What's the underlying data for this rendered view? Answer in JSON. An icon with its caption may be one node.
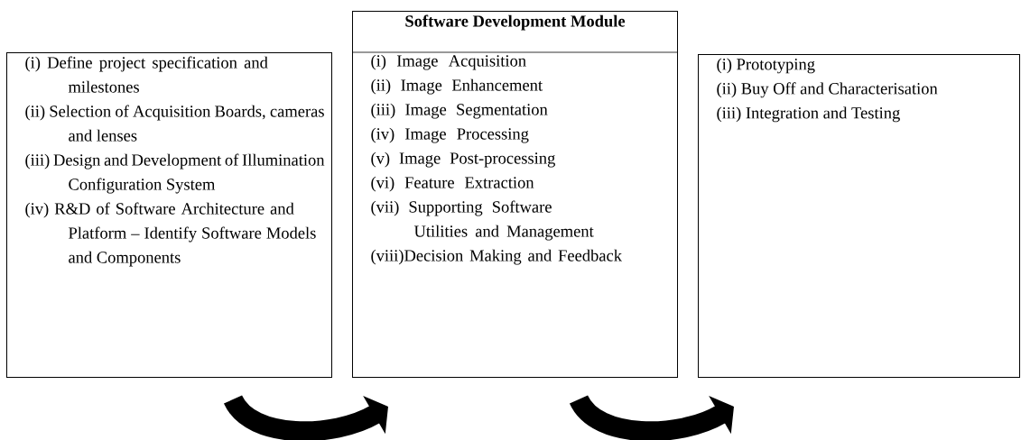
{
  "diagram": {
    "nodes": [
      {
        "text": [
          "(i) Define project specification and milestones",
          "(ii) Selection of Acquisition Boards, cameras and lenses",
          "(iii) Design and Development of Illumination Configuration System",
          "(iv) R&D of Software Architecture and Platform – Identify Software Models and Components"
        ]
      },
      {
        "text": [
          "Software Development Module",
          "(i) Image Acquisition",
          "(ii) Image Enhancement",
          "(iii) Image Segmentation",
          "(iv) Image Processing",
          "(v) Image Post-processing",
          "(vi) Feature Extraction",
          "(vii) Supporting Software Utilities and Management",
          "(viii)Decision Making and Feedback"
        ]
      },
      {
        "text": [
          "(i) Prototyping",
          "(ii) Buy Off and Characterisation",
          "(iii) Integration and Testing"
        ]
      }
    ],
    "edges": [
      {
        "from": 0,
        "to": 1,
        "arrow": "to"
      },
      {
        "from": 1,
        "to": 2,
        "arrow": "to"
      }
    ]
  }
}
